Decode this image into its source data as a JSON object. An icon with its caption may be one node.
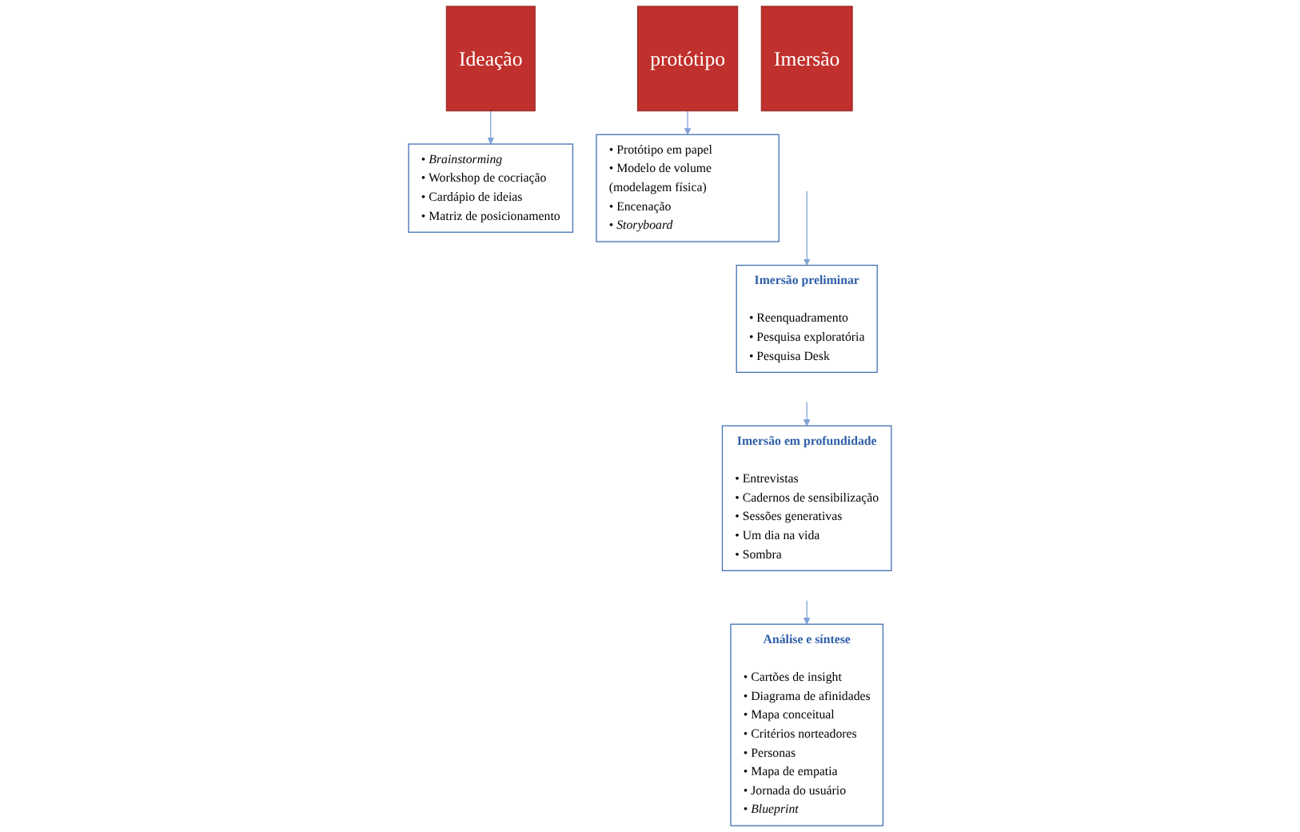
{
  "diagram": {
    "nodes": [
      {
        "text": [
          "Imersão"
        ]
      },
      {
        "text": [
          "Imersão preliminar",
          "• Reenquadramento",
          "• Pesquisa exploratória",
          "• Pesquisa Desk"
        ]
      },
      {
        "text": [
          "Imersão em profundidade",
          "• Entrevistas",
          "• Cadernos de sensibilização",
          "• Sessões generativas",
          "• Um dia na vida",
          "• Sombra"
        ]
      },
      {
        "text": [
          "Análise e síntese",
          "• Cartões de insight",
          "• Diagrama de afinidades",
          "• Mapa conceitual",
          "• Critérios norteadores",
          "• Personas",
          "• Mapa de empatia",
          "• Jornada do usuário",
          "• *Blueprint*"
        ]
      },
      {
        "text": [
          "Ideação"
        ]
      },
      {
        "text": [
          "• *Brainstorming*",
          "• Workshop de cocriação",
          "• Cardápio de ideias",
          "• Matriz de posicionamento"
        ]
      },
      {
        "text": [
          "protótipo"
        ]
      },
      {
        "text": [
          "• Protótipo em papel",
          "• Modelo de volume (modelagem física)",
          "• Encenação",
          "• *Storyboard*"
        ]
      }
    ],
    "edges": [
      {
        "from": null,
        "to": 1,
        "arrow": "to"
      },
      {
        "from": null,
        "to": 2,
        "arrow": "to"
      },
      {
        "from": null,
        "to": 3,
        "arrow": "to"
      },
      {
        "from": 4,
        "to": 5,
        "arrow": "to"
      },
      {
        "from": 6,
        "to": 7,
        "arrow": "to"
      }
    ]
  }
}
